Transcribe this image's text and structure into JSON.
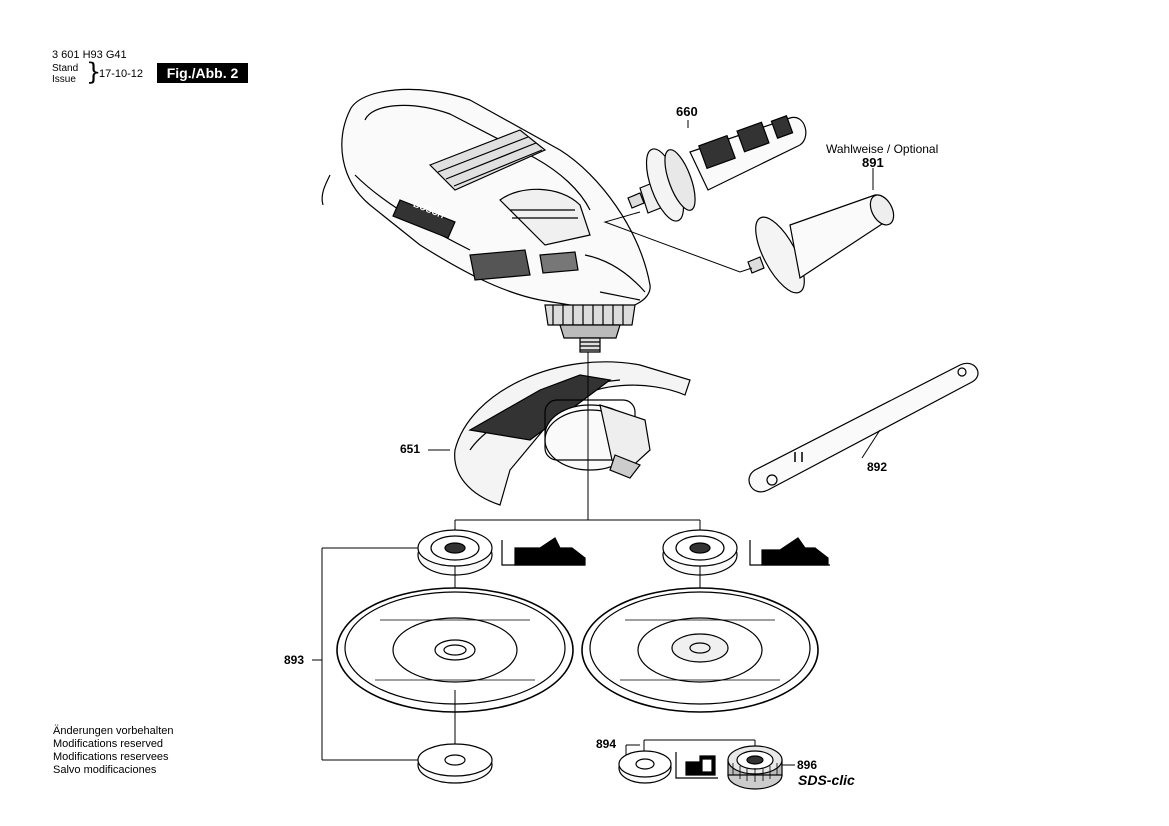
{
  "header": {
    "doc_code": "3 601 H93 G41",
    "stand_label": "Stand",
    "issue_label": "Issue",
    "date": "17-10-12",
    "figure_label": "Fig./Abb. 2"
  },
  "optional_label": "Wahlweise / Optional",
  "parts": {
    "p660": "660",
    "p891": "891",
    "p651": "651",
    "p892": "892",
    "p893": "893",
    "p894": "894",
    "p896": "896"
  },
  "sds_label": "SDS-clic",
  "brand_on_tool": "BOSCH",
  "footer": {
    "line1": "Änderungen vorbehalten",
    "line2": "Modifications reserved",
    "line3": "Modifications reservees",
    "line4": "Salvo modificaciones"
  }
}
